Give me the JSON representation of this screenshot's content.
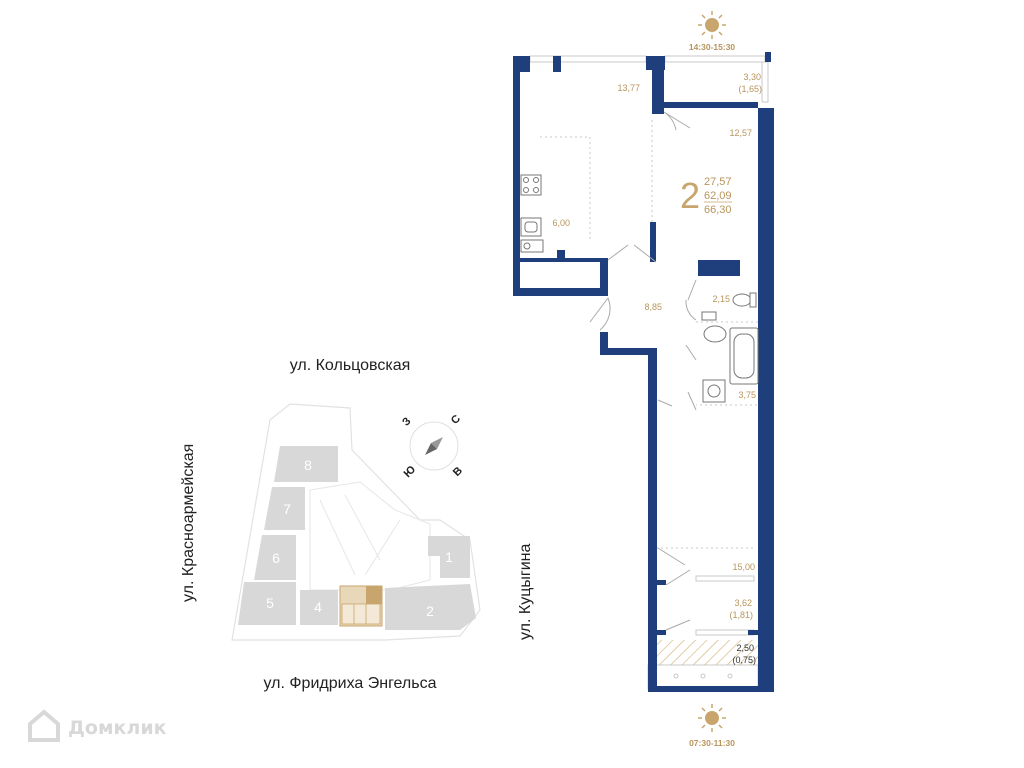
{
  "sun_times": {
    "top": "14:30-15:30",
    "bottom": "07:30-11:30"
  },
  "colors": {
    "wall": "#1e3f7b",
    "accent": "#b8955c",
    "building": "#d8d8d8",
    "highlight": "#c9a56e"
  },
  "apartment": {
    "rooms": "2",
    "living_area": "27,57",
    "total_area": "62,09",
    "total_with_balconies": "66,30"
  },
  "room_areas": {
    "room_main": "13,77",
    "balcony_top": "3,30",
    "balcony_top_reduced": "(1,65)",
    "bedroom": "12,57",
    "kitchen": "6,00",
    "hall": "8,85",
    "wc": "2,15",
    "bathroom": "3,75",
    "room_bottom": "15,00",
    "balcony_bottom": "3,62",
    "balcony_bottom_reduced": "(1,81)",
    "terrace": "2,50",
    "terrace_reduced": "(0,75)"
  },
  "streets": {
    "north": "ул. Кольцовская",
    "west": "ул. Красноармейская",
    "east": "ул. Куцыгина",
    "south": "ул. Фридриха Энгельса"
  },
  "compass": {
    "n": "С",
    "w": "З",
    "s": "Ю",
    "e": "В"
  },
  "buildings": [
    "1",
    "2",
    "4",
    "5",
    "6",
    "7",
    "8"
  ],
  "watermark": "Домклик",
  "icons": {
    "sun": "sun-icon",
    "compass": "compass-icon",
    "watermark": "domclick-logo-icon"
  }
}
